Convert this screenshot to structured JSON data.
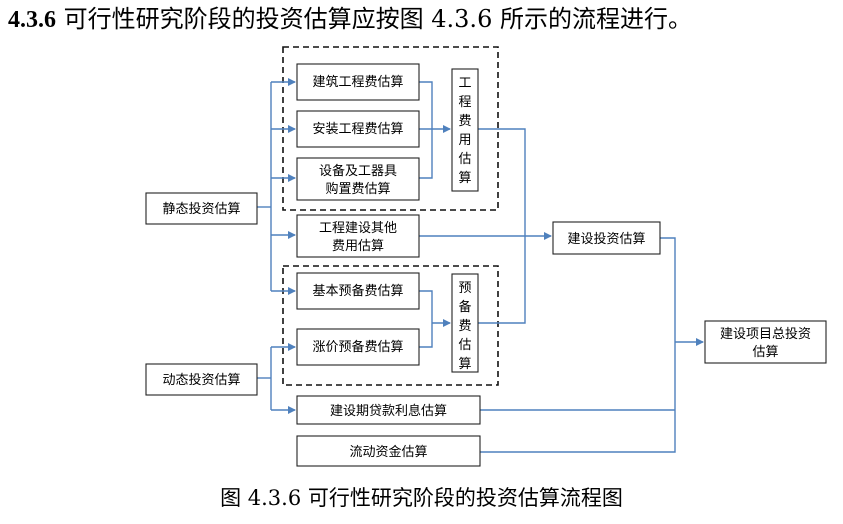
{
  "heading": {
    "number": "4.3.6",
    "text": "可行性研究阶段的投资估算应按图 4.3.6 所示的流程进行。"
  },
  "flowchart": {
    "nodes": {
      "static": "静态投资估算",
      "dynamic": "动态投资估算",
      "building": "建筑工程费估算",
      "install": "安装工程费估算",
      "equipment": [
        "设备及工器具",
        "购置费估算"
      ],
      "otherfee": [
        "工程建设其他",
        "费用估算"
      ],
      "basicreserve": "基本预备费估算",
      "pricereserve": "涨价预备费估算",
      "loaninterest": "建设期贷款利息估算",
      "workingcap": "流动资金估算",
      "engcost": [
        "工",
        "程",
        "费",
        "用",
        "估",
        "算"
      ],
      "reservecost": [
        "预",
        "备",
        "费",
        "估",
        "算"
      ],
      "constructinv": "建设投资估算",
      "totalinv": [
        "建设项目总投资",
        "估算"
      ]
    },
    "edge_color": "#4f81bd"
  },
  "caption": "图 4.3.6  可行性研究阶段的投资估算流程图"
}
